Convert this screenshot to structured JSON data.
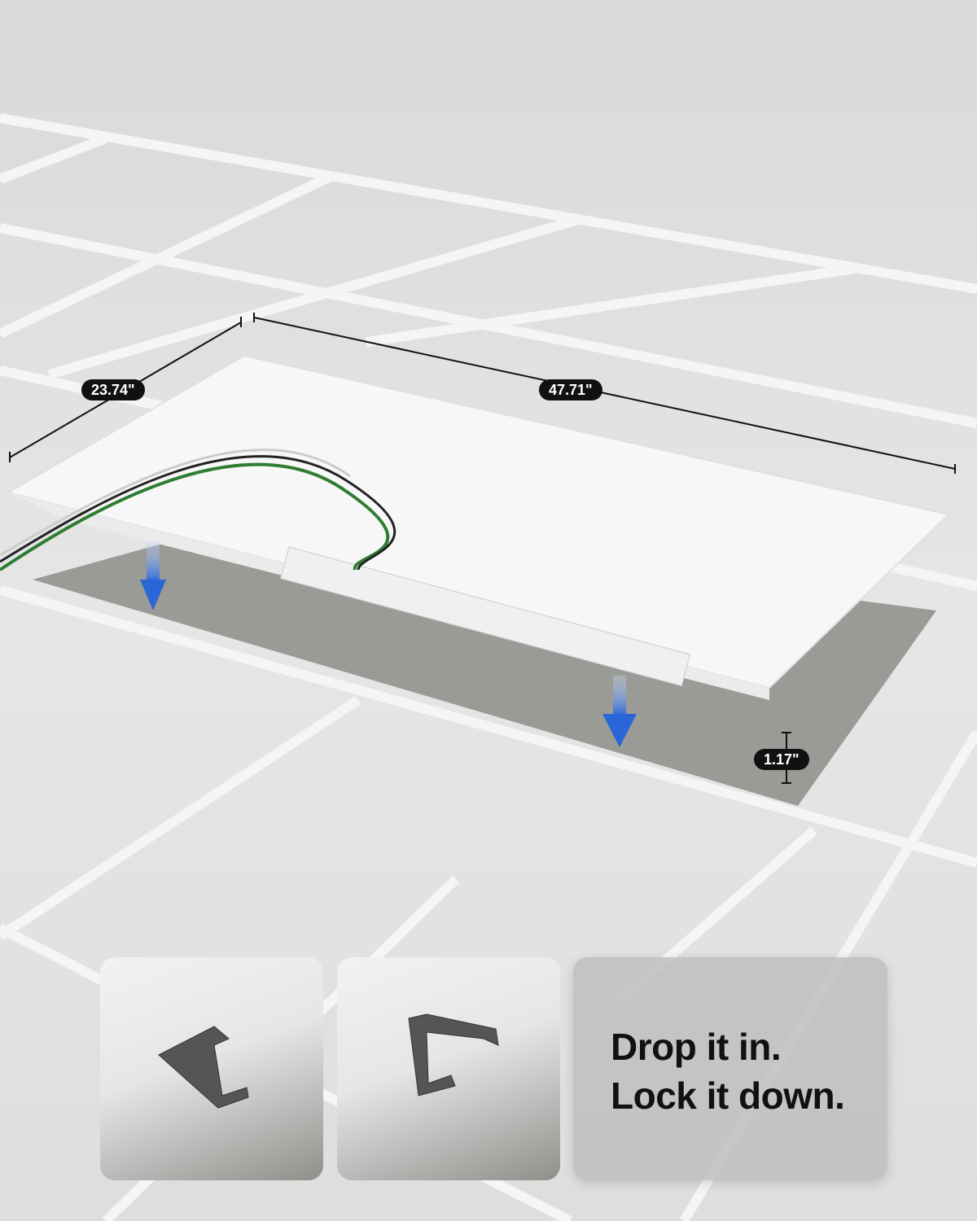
{
  "dimensions": {
    "width_label": "23.74\"",
    "length_label": "47.71\"",
    "depth_label": "1.17\""
  },
  "tagline": {
    "line1": "Drop it in.",
    "line2": "Lock it down."
  },
  "colors": {
    "arrow": "#2a66d8",
    "opening": "#9a9a96",
    "panel": "#f7f7f7",
    "grid": "#f4f4f4"
  }
}
